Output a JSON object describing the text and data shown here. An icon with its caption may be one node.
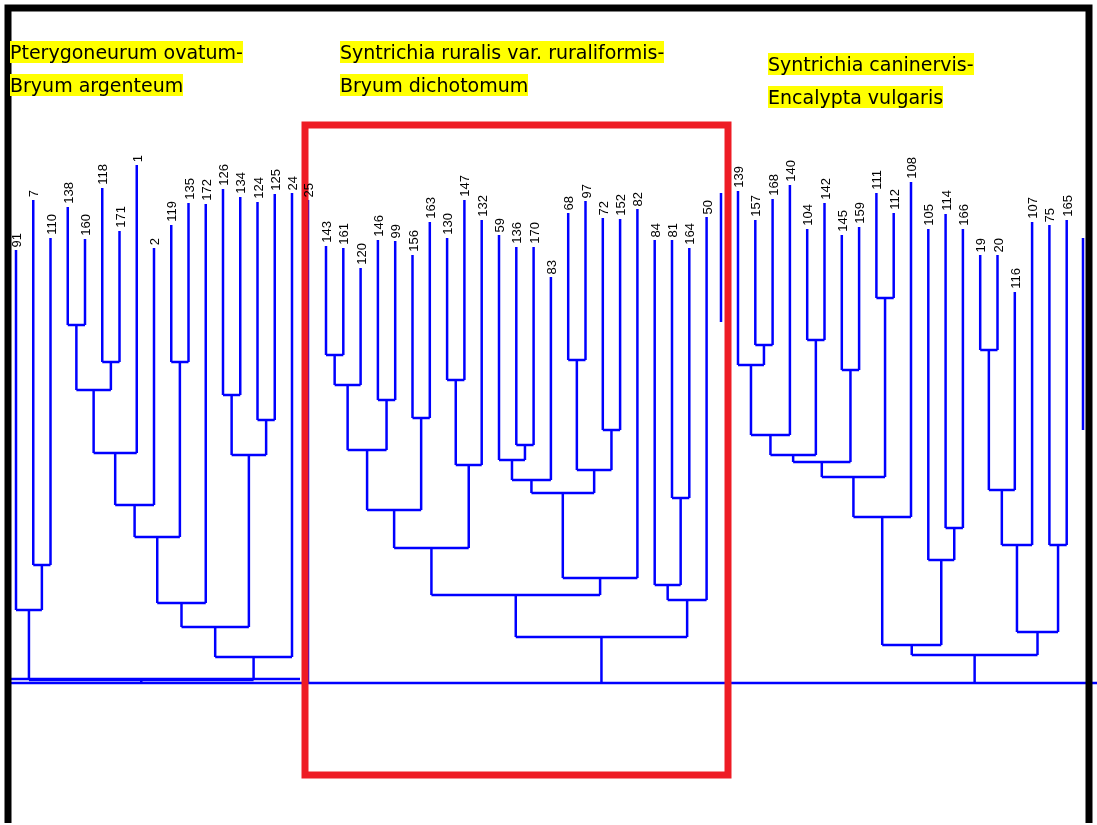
{
  "diagram": {
    "labels": [
      "Pterygoneurum ovatum- Bryum argenteum",
      "Syntrichia ruralis var. ruraliformis- Bryum dichotomum",
      "Syntrichia caninervis- Encalypta vulgaris",
      "91",
      "7",
      "110",
      "138",
      "160",
      "118",
      "171",
      "1",
      "2",
      "119",
      "135",
      "172",
      "126",
      "134",
      "124",
      "125",
      "24",
      "25",
      "143",
      "161",
      "120",
      "146",
      "99",
      "156",
      "163",
      "130",
      "147",
      "132",
      "59",
      "136",
      "170",
      "83",
      "68",
      "97",
      "72",
      "152",
      "82",
      "84",
      "81",
      "164",
      "50",
      "139",
      "157",
      "168",
      "140",
      "104",
      "142",
      "145",
      "159",
      "111",
      "112",
      "108",
      "105",
      "114",
      "166",
      "19",
      "20",
      "116",
      "107",
      "75",
      "165"
    ]
  }
}
